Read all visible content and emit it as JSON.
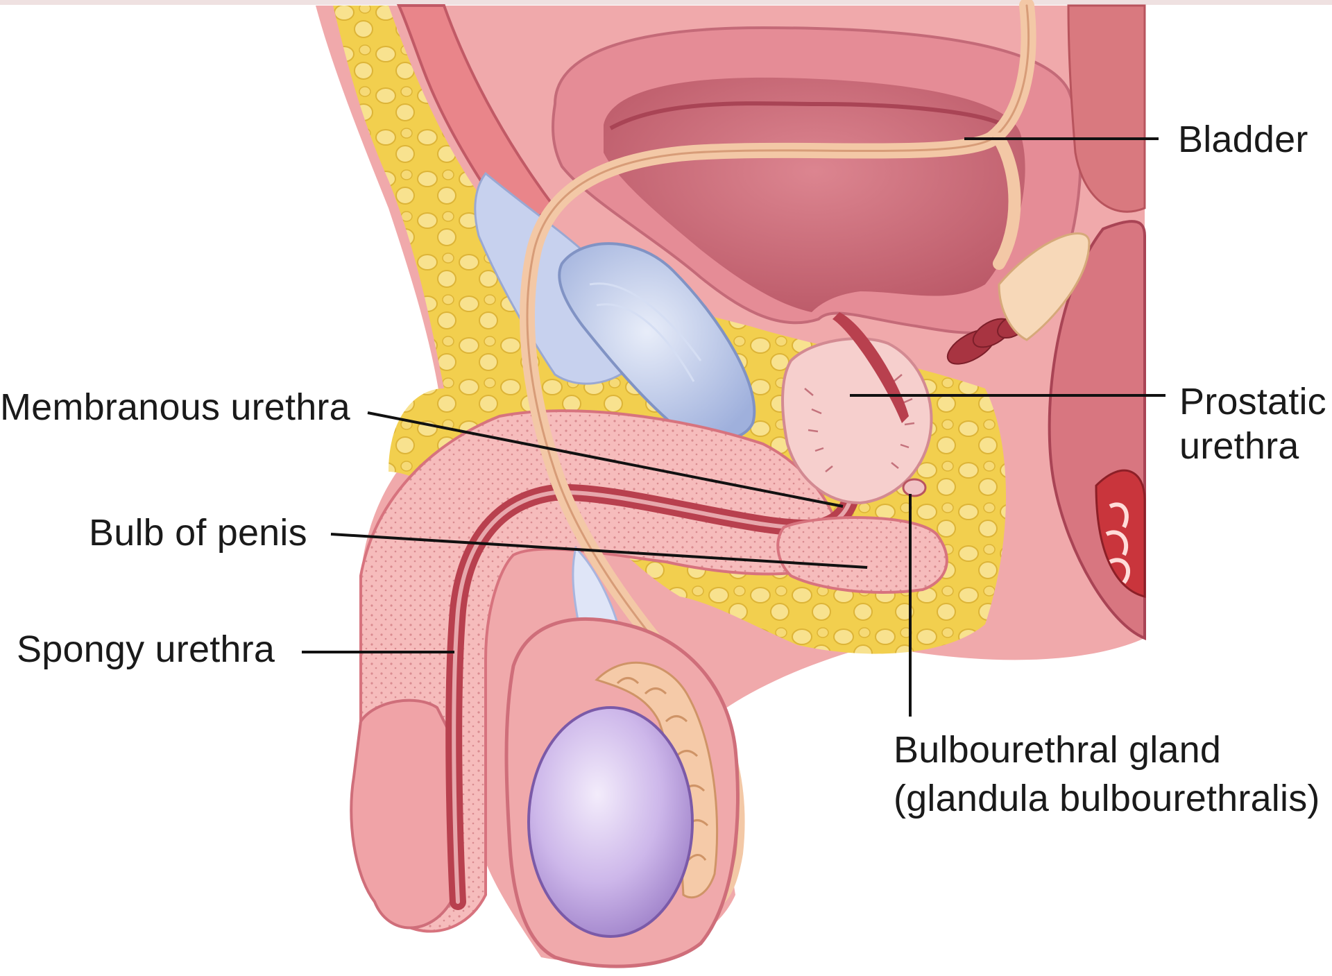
{
  "diagram": {
    "labels": {
      "bladder": "Bladder",
      "prostatic_urethra_line1": "Prostatic",
      "prostatic_urethra_line2": "urethra",
      "membranous_urethra": "Membranous urethra",
      "bulb_of_penis": "Bulb of penis",
      "spongy_urethra": "Spongy urethra",
      "bulbourethral_gland_line1": "Bulbourethral gland",
      "bulbourethral_gland_line2": "(glandula bulbourethralis)"
    },
    "colors": {
      "fat_yellow": "#f2cf4e",
      "tissue_pink": "#f0a9ab",
      "bladder_wall": "#e58c96",
      "bladder_lumen": "#d06c78",
      "vas_deferens": "#f3c8a6",
      "testis_violet": "#c7aee4",
      "seminal_vesicle_blue": "#b9c6e8",
      "urethra_red": "#b8404e",
      "rectum_red": "#c9353c"
    }
  }
}
